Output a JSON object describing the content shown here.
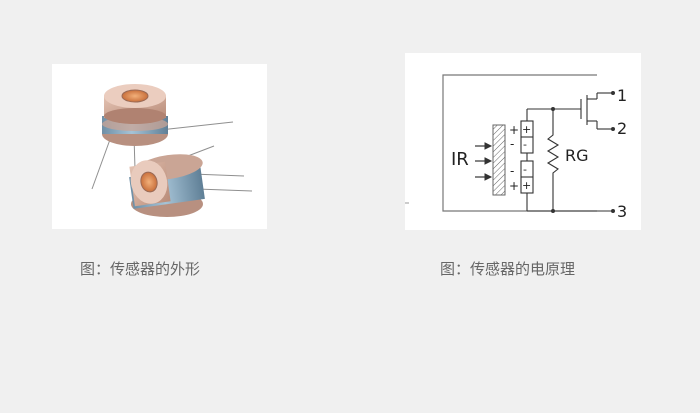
{
  "left_figure": {
    "caption": "图：传感器的外形"
  },
  "right_figure": {
    "caption": "图：传感器的电原理",
    "labels": {
      "input": "IR",
      "resistor": "RG",
      "pin1": "1",
      "pin2": "2",
      "pin3": "3",
      "plus_top_left": "+",
      "minus_top_left": "-",
      "plus_top_right": "+",
      "minus_top_right": "-",
      "minus_bottom_left": "-",
      "plus_bottom_left": "+",
      "plus_bottom_right": "+",
      "minus_bottom_right": "-"
    }
  }
}
